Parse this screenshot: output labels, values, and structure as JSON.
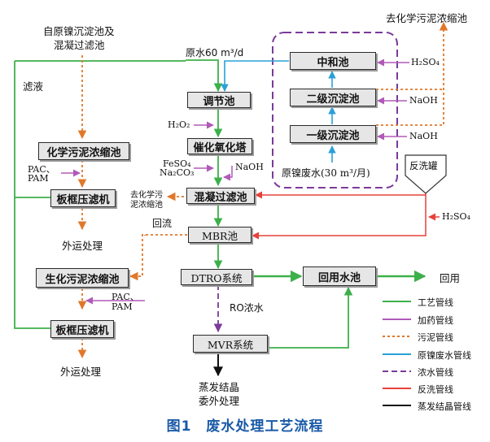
{
  "caption": "图1　废水处理工艺流程",
  "boxes": {
    "chem_sludge_thickener": "化学污泥浓缩池",
    "filter_press_top": "板框压滤机",
    "bio_sludge_thickener": "生化污泥浓缩池",
    "filter_press_bottom": "板框压滤机",
    "adjust_tank": "调节池",
    "catalytic_tower": "催化氧化塔",
    "coag_filter_tank": "混凝过滤池",
    "mbr_tank": "MBR池",
    "dtro_system": "DTRO系统",
    "mvr_system": "MVR系统",
    "reuse_tank": "回用水池",
    "neutral_tank": "中和池",
    "secondary_settler": "二级沉淀池",
    "primary_settler": "一级沉淀池"
  },
  "labels": {
    "source_top_line1": "自原镍沉淀池及",
    "source_top_line2": "混凝过滤池",
    "filtrate": "滤液",
    "raw_water": "原水60 m³/d",
    "to_chem_sludge_top": "去化学污泥浓缩池",
    "raw_nickel_wastewater": "原镍废水(30 m³/月)",
    "backwash_tank": "反洗罐",
    "to_chem_sludge_mid_line1": "去化学污",
    "to_chem_sludge_mid_line2": "泥浓缩池",
    "return_flow": "回流",
    "external_disposal_top": "外运处理",
    "external_disposal_bottom": "外运处理",
    "ro_concentrate": "RO浓水",
    "reuse": "回用",
    "evap_line1": "蒸发结晶",
    "evap_line2": "委外处理"
  },
  "chemicals": {
    "h2o2": "H₂O₂",
    "feso4": "FeSO₄",
    "na2co3": "Na₂CO₃",
    "naoh_tower": "NaOH",
    "pac_top": "PAC、",
    "pam_top": "PAM",
    "pac_bottom": "PAC、",
    "pam_bottom": "PAM",
    "h2so4_neutral": "H₂SO₄",
    "naoh_secondary": "NaOH",
    "naoh_primary": "NaOH",
    "h2so4_backwash": "H₂SO₄"
  },
  "legend": [
    {
      "label": "工艺管线",
      "color": "#3cb04a",
      "style": "solid"
    },
    {
      "label": "加药管线",
      "color": "#b05ab8",
      "style": "solid"
    },
    {
      "label": "污泥管线",
      "color": "#e0782a",
      "style": "dotted"
    },
    {
      "label": "原镍废水管线",
      "color": "#2aa0d8",
      "style": "solid"
    },
    {
      "label": "浓水管线",
      "color": "#7a3a9a",
      "style": "dashed"
    },
    {
      "label": "反洗管线",
      "color": "#e8413a",
      "style": "solid"
    },
    {
      "label": "蒸发结晶管线",
      "color": "#111111",
      "style": "solid"
    }
  ],
  "colors": {
    "process": "#3cb04a",
    "dosing": "#b05ab8",
    "sludge": "#e0782a",
    "raw_nickel": "#2aa0d8",
    "concentrate": "#7a3a9a",
    "backwash": "#e8413a",
    "evaporation": "#111111",
    "caption": "#1a5aa8"
  }
}
